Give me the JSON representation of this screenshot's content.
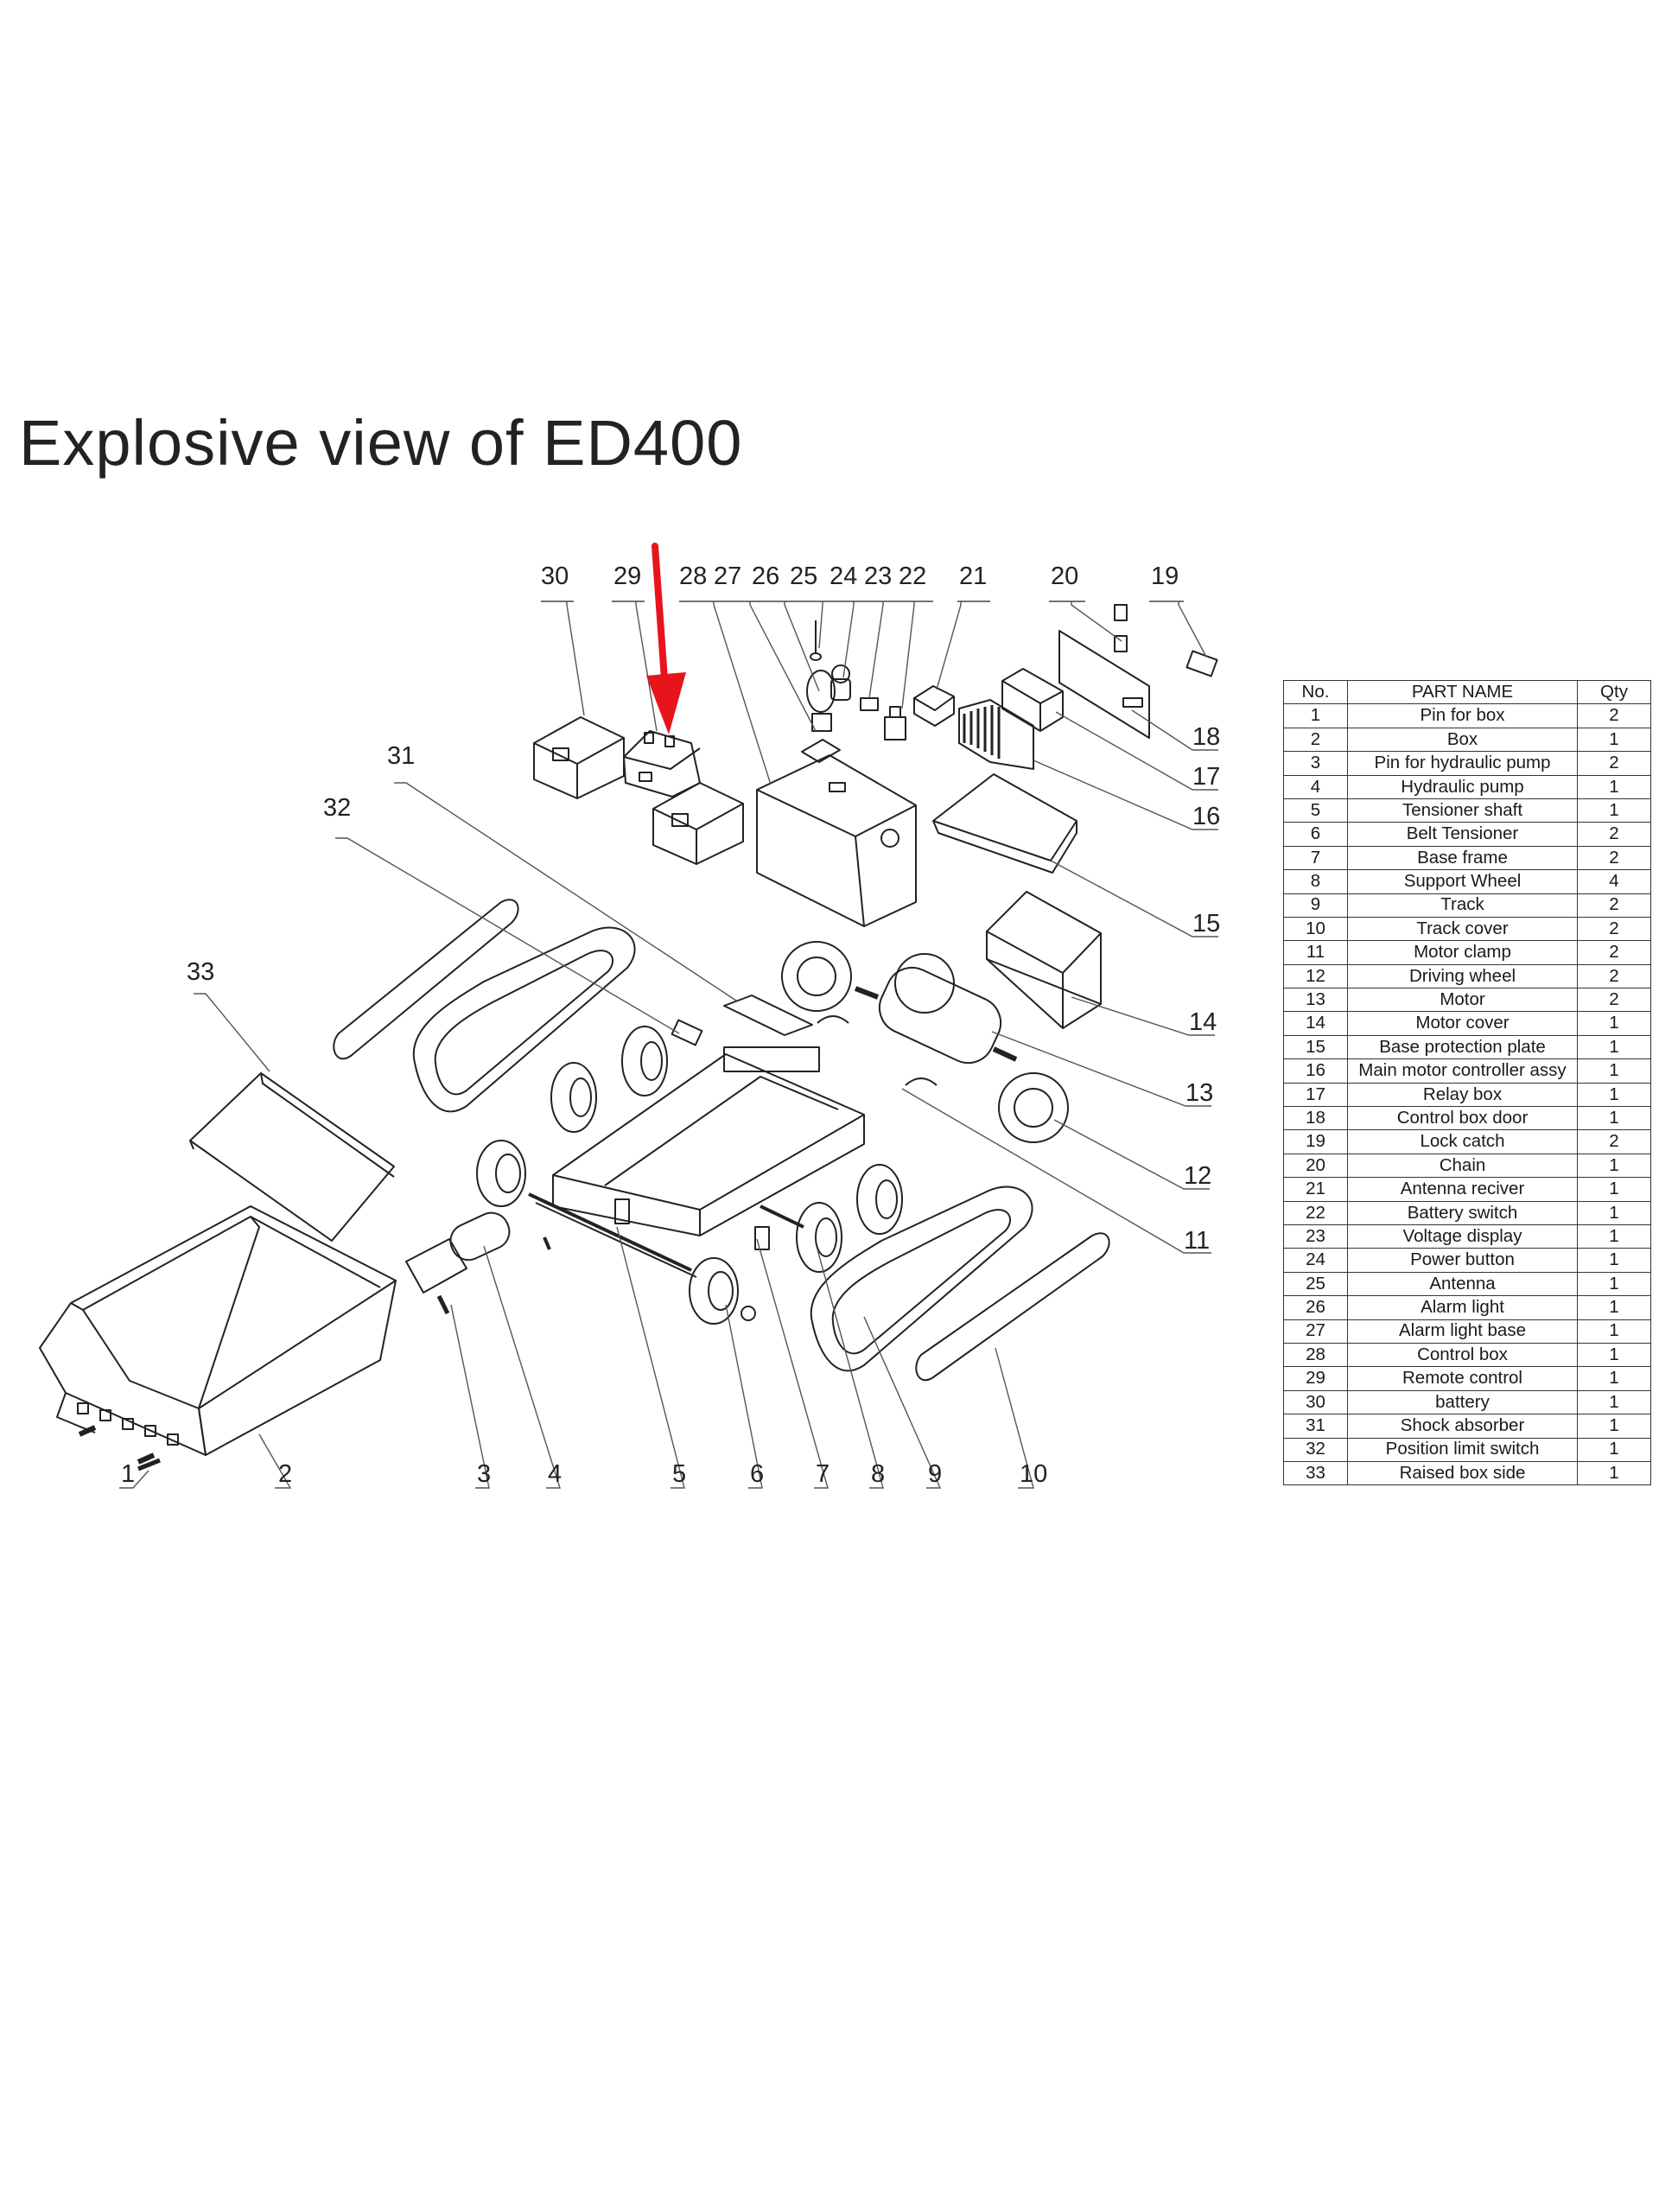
{
  "title": "Explosive view of ED400",
  "callouts": [
    "1",
    "2",
    "3",
    "4",
    "5",
    "6",
    "7",
    "8",
    "9",
    "10",
    "11",
    "12",
    "13",
    "14",
    "15",
    "16",
    "17",
    "18",
    "19",
    "20",
    "21",
    "22",
    "23",
    "24",
    "25",
    "26",
    "27",
    "28",
    "29",
    "30",
    "31",
    "32",
    "33"
  ],
  "annotation": {
    "type": "arrow",
    "color": "#e8141c",
    "points_to": "29"
  },
  "table": {
    "headers": {
      "no": "No.",
      "name": "PART NAME",
      "qty": "Qty"
    },
    "rows": [
      {
        "no": "1",
        "name": "Pin for box",
        "qty": "2"
      },
      {
        "no": "2",
        "name": "Box",
        "qty": "1"
      },
      {
        "no": "3",
        "name": "Pin for hydraulic pump",
        "qty": "2"
      },
      {
        "no": "4",
        "name": "Hydraulic pump",
        "qty": "1"
      },
      {
        "no": "5",
        "name": "Tensioner shaft",
        "qty": "1"
      },
      {
        "no": "6",
        "name": "Belt Tensioner",
        "qty": "2"
      },
      {
        "no": "7",
        "name": "Base frame",
        "qty": "2"
      },
      {
        "no": "8",
        "name": "Support Wheel",
        "qty": "4"
      },
      {
        "no": "9",
        "name": "Track",
        "qty": "2"
      },
      {
        "no": "10",
        "name": "Track cover",
        "qty": "2"
      },
      {
        "no": "11",
        "name": "Motor clamp",
        "qty": "2"
      },
      {
        "no": "12",
        "name": "Driving wheel",
        "qty": "2"
      },
      {
        "no": "13",
        "name": "Motor",
        "qty": "2"
      },
      {
        "no": "14",
        "name": "Motor cover",
        "qty": "1"
      },
      {
        "no": "15",
        "name": "Base protection plate",
        "qty": "1"
      },
      {
        "no": "16",
        "name": "Main motor controller assy",
        "qty": "1"
      },
      {
        "no": "17",
        "name": "Relay box",
        "qty": "1"
      },
      {
        "no": "18",
        "name": "Control box door",
        "qty": "1"
      },
      {
        "no": "19",
        "name": "Lock catch",
        "qty": "2"
      },
      {
        "no": "20",
        "name": "Chain",
        "qty": "1"
      },
      {
        "no": "21",
        "name": "Antenna reciver",
        "qty": "1"
      },
      {
        "no": "22",
        "name": "Battery switch",
        "qty": "1"
      },
      {
        "no": "23",
        "name": "Voltage display",
        "qty": "1"
      },
      {
        "no": "24",
        "name": "Power  button",
        "qty": "1"
      },
      {
        "no": "25",
        "name": "Antenna",
        "qty": "1"
      },
      {
        "no": "26",
        "name": "Alarm light",
        "qty": "1"
      },
      {
        "no": "27",
        "name": "Alarm light base",
        "qty": "1"
      },
      {
        "no": "28",
        "name": "Control box",
        "qty": "1"
      },
      {
        "no": "29",
        "name": "Remote control",
        "qty": "1"
      },
      {
        "no": "30",
        "name": "battery",
        "qty": "1"
      },
      {
        "no": "31",
        "name": "Shock absorber",
        "qty": "1"
      },
      {
        "no": "32",
        "name": "Position limit switch",
        "qty": "1"
      },
      {
        "no": "33",
        "name": "Raised box side",
        "qty": "1"
      }
    ]
  }
}
